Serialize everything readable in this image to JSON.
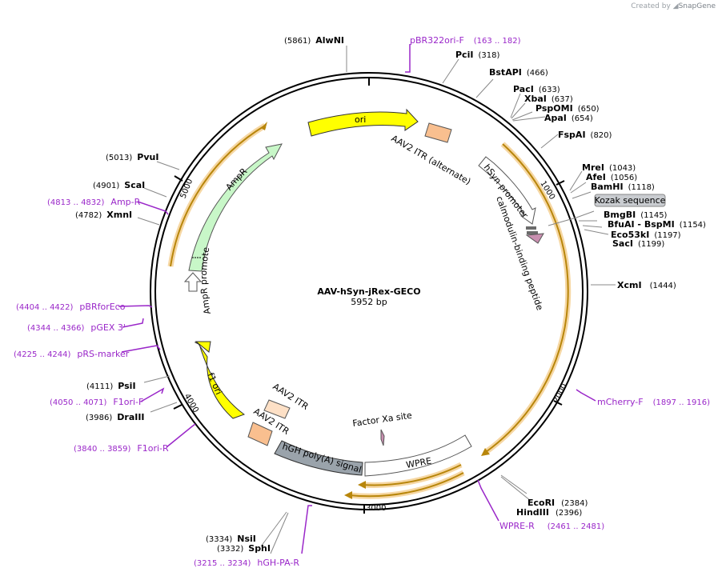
{
  "credit": {
    "prefix": "Created by",
    "brand": "SnapGene"
  },
  "plasmid": {
    "name": "AAV-hSyn-jRex-GECO",
    "length": "5952 bp"
  },
  "ticks": [
    "1000",
    "2000",
    "3000",
    "4000",
    "5000"
  ],
  "sites": [
    {
      "name": "AlwNI",
      "coord": "(5861)"
    },
    {
      "name": "PciI",
      "coord": "(318)"
    },
    {
      "name": "BstAPI",
      "coord": "(466)"
    },
    {
      "name": "PacI",
      "coord": "(633)"
    },
    {
      "name": "XbaI",
      "coord": "(637)"
    },
    {
      "name": "PspOMI",
      "coord": "(650)"
    },
    {
      "name": "ApaI",
      "coord": "(654)"
    },
    {
      "name": "FspAI",
      "coord": "(820)"
    },
    {
      "name": "MreI",
      "coord": "(1043)"
    },
    {
      "name": "AfeI",
      "coord": "(1056)"
    },
    {
      "name": "BamHI",
      "coord": "(1118)"
    },
    {
      "name": "BmgBI",
      "coord": "(1145)"
    },
    {
      "name": "BfuAI  - BspMI",
      "coord": "(1154)"
    },
    {
      "name": "Eco53kI",
      "coord": "(1197)"
    },
    {
      "name": "SacI",
      "coord": "(1199)"
    },
    {
      "name": "XcmI",
      "coord": "(1444)"
    },
    {
      "name": "EcoRI",
      "coord": "(2384)"
    },
    {
      "name": "HindIII",
      "coord": "(2396)"
    },
    {
      "name": "NsiI",
      "coord": "(3334)"
    },
    {
      "name": "SphI",
      "coord": "(3332)"
    },
    {
      "name": "DraIII",
      "coord": "(3986)"
    },
    {
      "name": "PsiI",
      "coord": "(4111)"
    },
    {
      "name": "XmnI",
      "coord": "(4782)"
    },
    {
      "name": "ScaI",
      "coord": "(4901)"
    },
    {
      "name": "PvuI",
      "coord": "(5013)"
    }
  ],
  "primers": [
    {
      "name": "pBR322ori-F",
      "range": "(163 .. 182)"
    },
    {
      "name": "mCherry-F",
      "range": "(1897 .. 1916)"
    },
    {
      "name": "WPRE-R",
      "range": "(2461 .. 2481)"
    },
    {
      "name": "hGH-PA-R",
      "range": "(3215 .. 3234)"
    },
    {
      "name": "F1ori-R",
      "range": "(3840 .. 3859)"
    },
    {
      "name": "F1ori-F",
      "range": "(4050 .. 4071)"
    },
    {
      "name": "pRS-marker",
      "range": "(4225 .. 4244)"
    },
    {
      "name": "pGEX 3'",
      "range": "(4344 .. 4366)"
    },
    {
      "name": "pBRforEco",
      "range": "(4404 .. 4422)"
    },
    {
      "name": "Amp-R",
      "range": "(4813 .. 4832)"
    }
  ],
  "features": {
    "ori": "ori",
    "itr_alt": "AAV2 ITR (alternate)",
    "hsyn": "hSyn promoter",
    "cbp": "calmodulin-binding peptide",
    "kozak": "Kozak sequence",
    "ampr": "AmpR",
    "ampr_promoter": "AmpR promoter",
    "f1ori": "f1 ori",
    "itr1": "AAV2 ITR",
    "itr2": "AAV2 ITR",
    "hgh": "hGH poly(A) signal",
    "wpre": "WPRE",
    "factorxa": "Factor Xa site"
  },
  "colors": {
    "ori": "#ffff00",
    "itr": "#f9bf8f",
    "itr_light": "#fde0c6",
    "ampr": "#c8f7c8",
    "hgh": "#9aa3ab",
    "orf_glow": "#f6d7a3",
    "orf_core": "#b8860b",
    "primer": "#9a27c9",
    "cbp": "#c98fb0",
    "kozak": "#c9ccd0"
  }
}
